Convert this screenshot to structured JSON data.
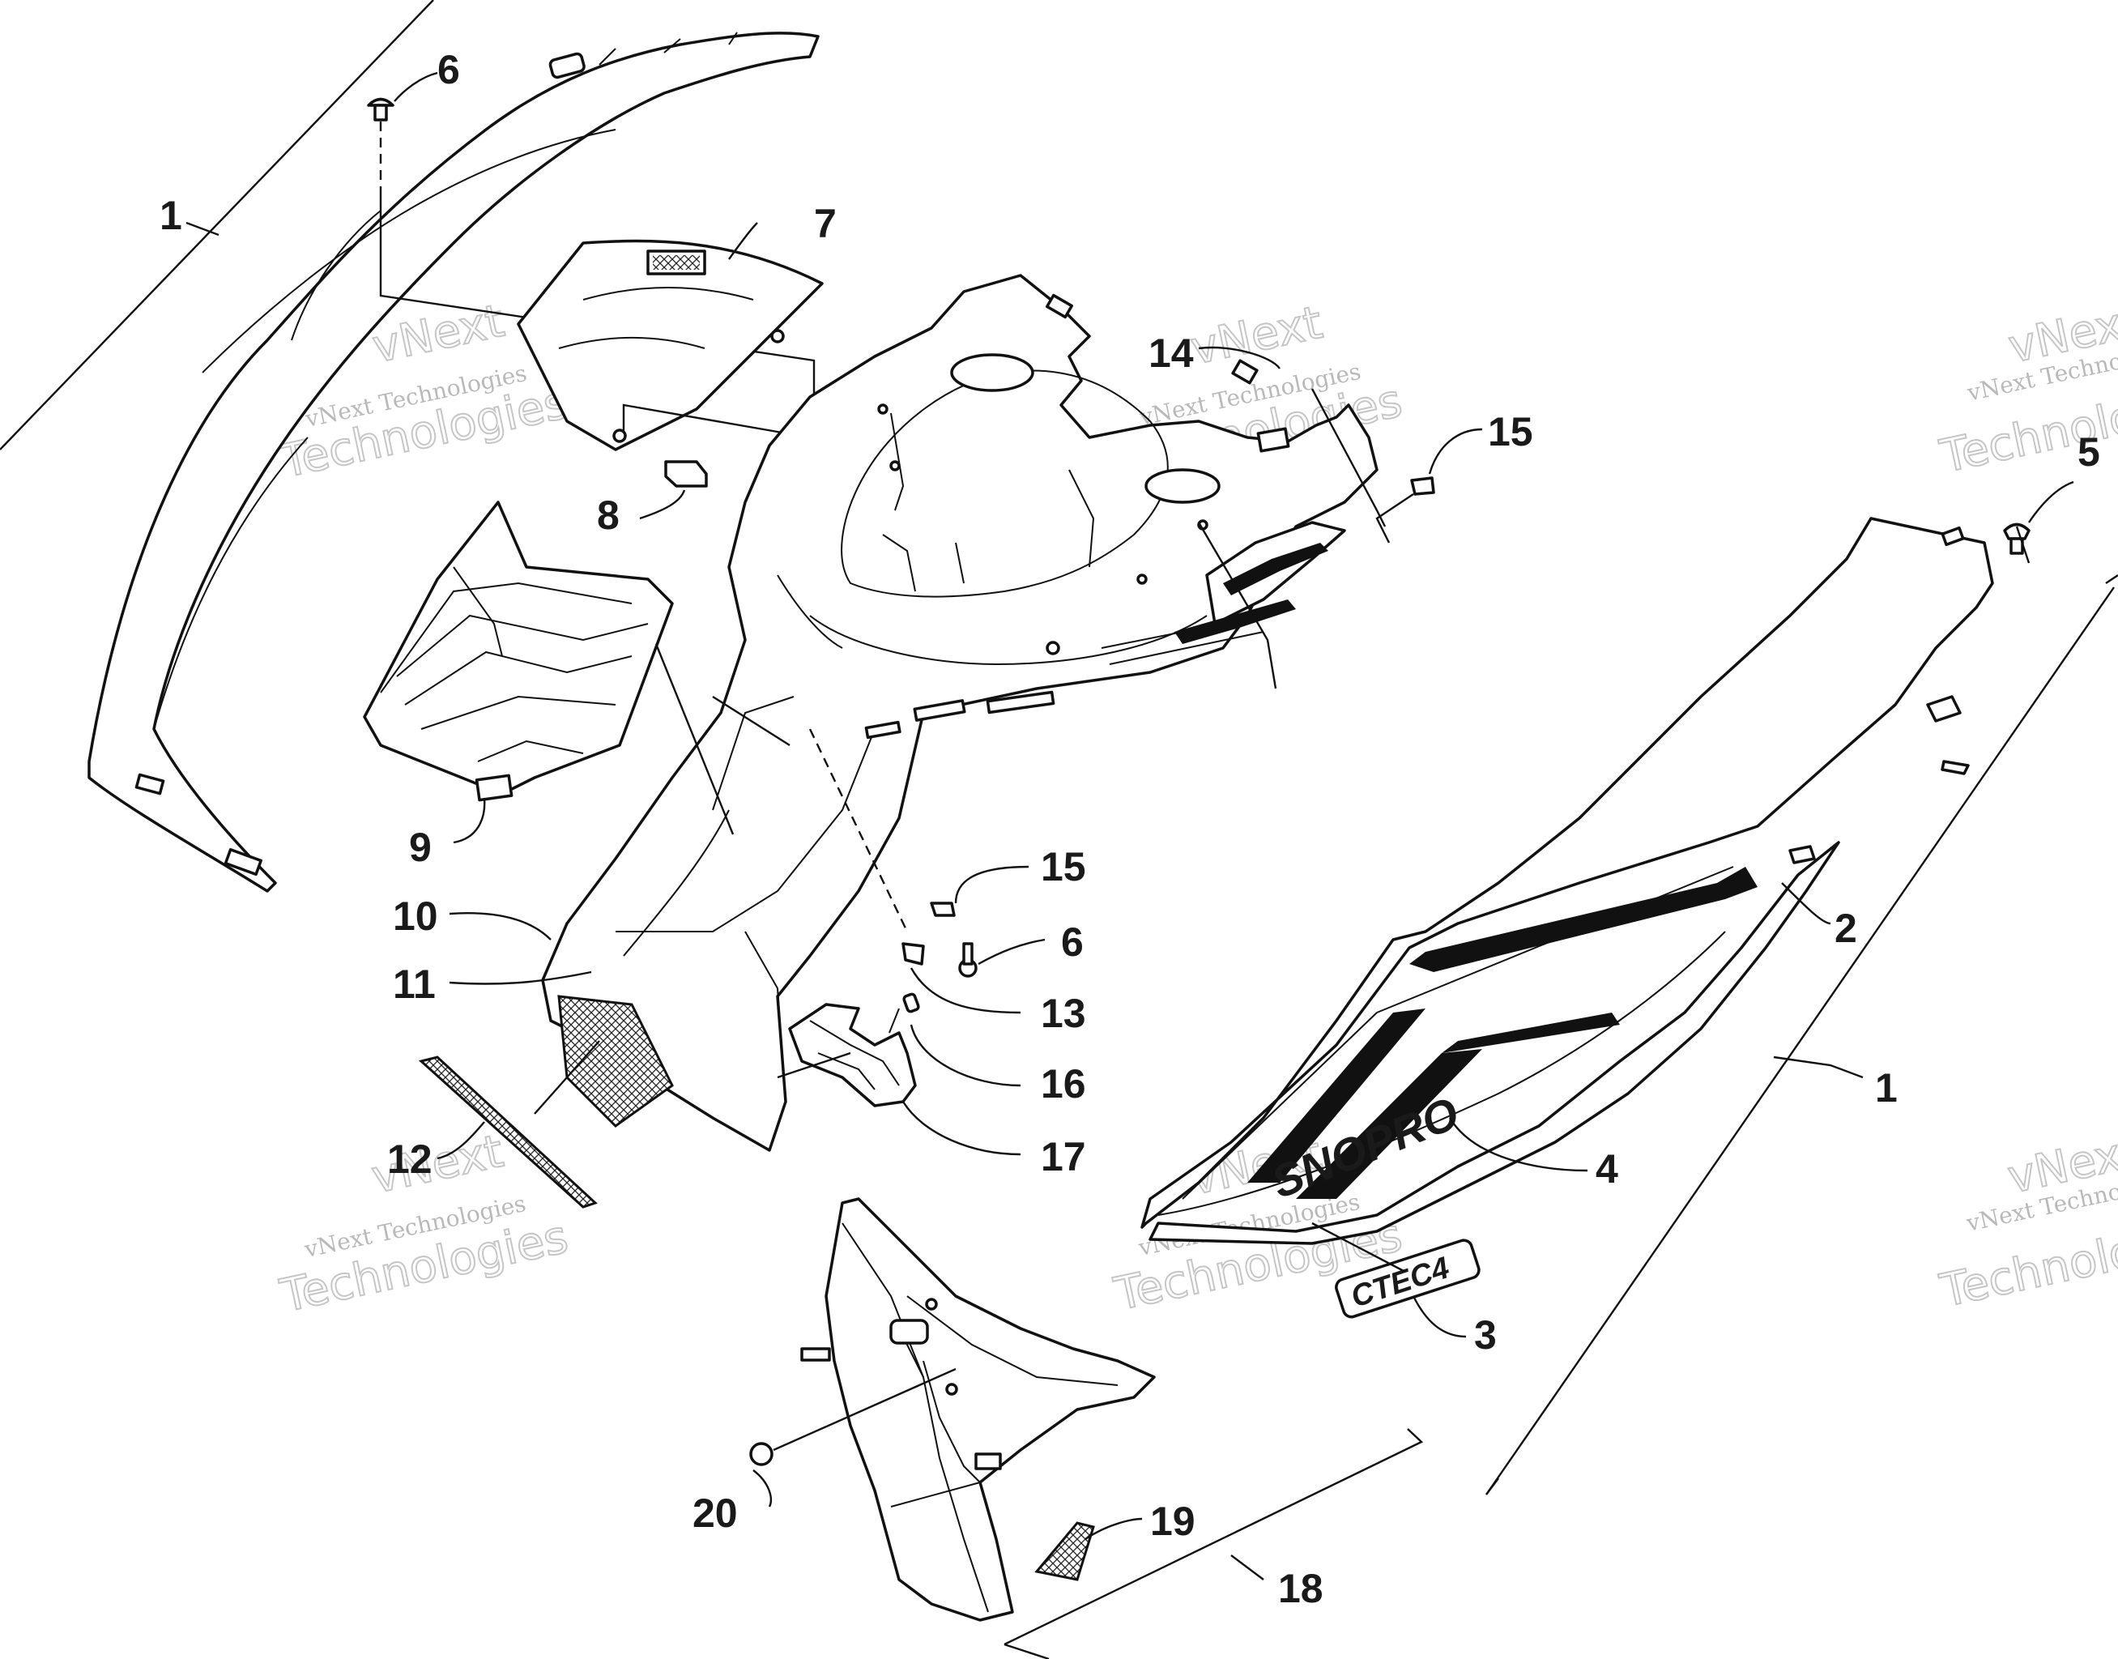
{
  "callouts": [
    {
      "id": "1a",
      "text": "1"
    },
    {
      "id": "1b",
      "text": "1"
    },
    {
      "id": "2",
      "text": "2"
    },
    {
      "id": "3",
      "text": "3"
    },
    {
      "id": "4",
      "text": "4"
    },
    {
      "id": "5",
      "text": "5"
    },
    {
      "id": "6a",
      "text": "6"
    },
    {
      "id": "6b",
      "text": "6"
    },
    {
      "id": "7",
      "text": "7"
    },
    {
      "id": "8",
      "text": "8"
    },
    {
      "id": "9",
      "text": "9"
    },
    {
      "id": "10",
      "text": "10"
    },
    {
      "id": "11",
      "text": "11"
    },
    {
      "id": "12",
      "text": "12"
    },
    {
      "id": "13",
      "text": "13"
    },
    {
      "id": "14",
      "text": "14"
    },
    {
      "id": "15a",
      "text": "15"
    },
    {
      "id": "15b",
      "text": "15"
    },
    {
      "id": "16",
      "text": "16"
    },
    {
      "id": "17",
      "text": "17"
    },
    {
      "id": "18",
      "text": "18"
    },
    {
      "id": "19",
      "text": "19"
    },
    {
      "id": "20",
      "text": "20"
    }
  ],
  "watermark": {
    "line1": "vNext Technologies",
    "word_top": "vNext",
    "word_bottom": "Technologies",
    "partial_top": "vNex",
    "partial_line1": "vNext Techno",
    "partial_bottom": "Technolo"
  },
  "decals": {
    "brand": "SNOPRO",
    "model": "CTEC4"
  }
}
